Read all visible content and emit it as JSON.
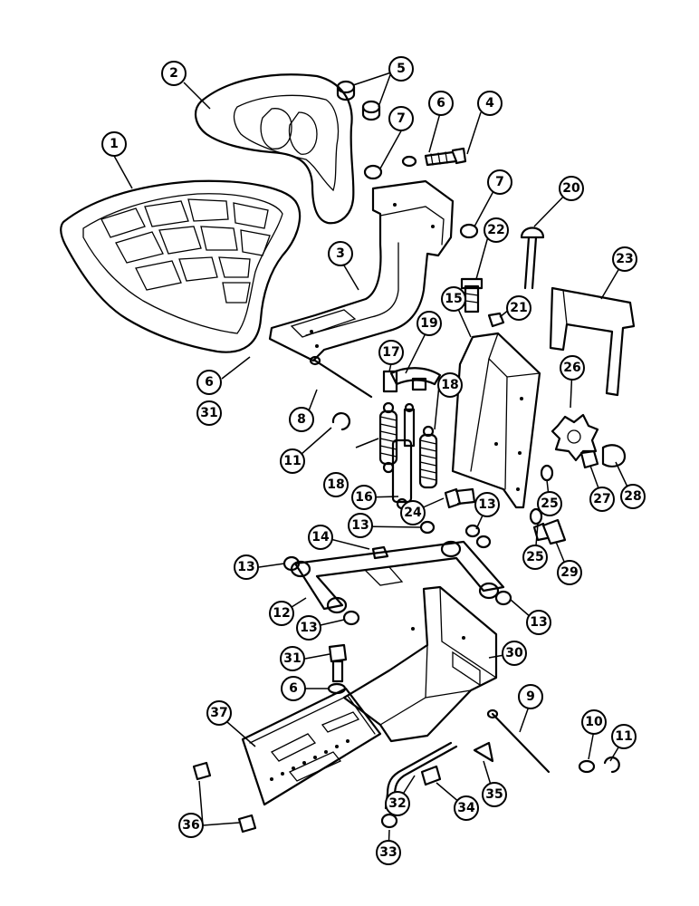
{
  "callouts": [
    {
      "id": "c1",
      "label": "1"
    },
    {
      "id": "c2",
      "label": "2"
    },
    {
      "id": "c3",
      "label": "3"
    },
    {
      "id": "c4",
      "label": "4"
    },
    {
      "id": "c5",
      "label": "5"
    },
    {
      "id": "c6a",
      "label": "6"
    },
    {
      "id": "c6b",
      "label": "6"
    },
    {
      "id": "c6c",
      "label": "6"
    },
    {
      "id": "c7a",
      "label": "7"
    },
    {
      "id": "c7b",
      "label": "7"
    },
    {
      "id": "c8",
      "label": "8"
    },
    {
      "id": "c9",
      "label": "9"
    },
    {
      "id": "c10",
      "label": "10"
    },
    {
      "id": "c11a",
      "label": "11"
    },
    {
      "id": "c11b",
      "label": "11"
    },
    {
      "id": "c12",
      "label": "12"
    },
    {
      "id": "c13a",
      "label": "13"
    },
    {
      "id": "c13b",
      "label": "13"
    },
    {
      "id": "c13c",
      "label": "13"
    },
    {
      "id": "c13d",
      "label": "13"
    },
    {
      "id": "c13e",
      "label": "13"
    },
    {
      "id": "c14",
      "label": "14"
    },
    {
      "id": "c15",
      "label": "15"
    },
    {
      "id": "c16",
      "label": "16"
    },
    {
      "id": "c17",
      "label": "17"
    },
    {
      "id": "c18a",
      "label": "18"
    },
    {
      "id": "c18b",
      "label": "18"
    },
    {
      "id": "c19",
      "label": "19"
    },
    {
      "id": "c20",
      "label": "20"
    },
    {
      "id": "c21",
      "label": "21"
    },
    {
      "id": "c22",
      "label": "22"
    },
    {
      "id": "c23",
      "label": "23"
    },
    {
      "id": "c24",
      "label": "24"
    },
    {
      "id": "c25a",
      "label": "25"
    },
    {
      "id": "c25b",
      "label": "25"
    },
    {
      "id": "c26",
      "label": "26"
    },
    {
      "id": "c27",
      "label": "27"
    },
    {
      "id": "c28",
      "label": "28"
    },
    {
      "id": "c29",
      "label": "29"
    },
    {
      "id": "c30",
      "label": "30"
    },
    {
      "id": "c31a",
      "label": "31"
    },
    {
      "id": "c31b",
      "label": "31"
    },
    {
      "id": "c32",
      "label": "32"
    },
    {
      "id": "c33",
      "label": "33"
    },
    {
      "id": "c34",
      "label": "34"
    },
    {
      "id": "c35",
      "label": "35"
    },
    {
      "id": "c36",
      "label": "36"
    },
    {
      "id": "c37",
      "label": "37"
    }
  ]
}
